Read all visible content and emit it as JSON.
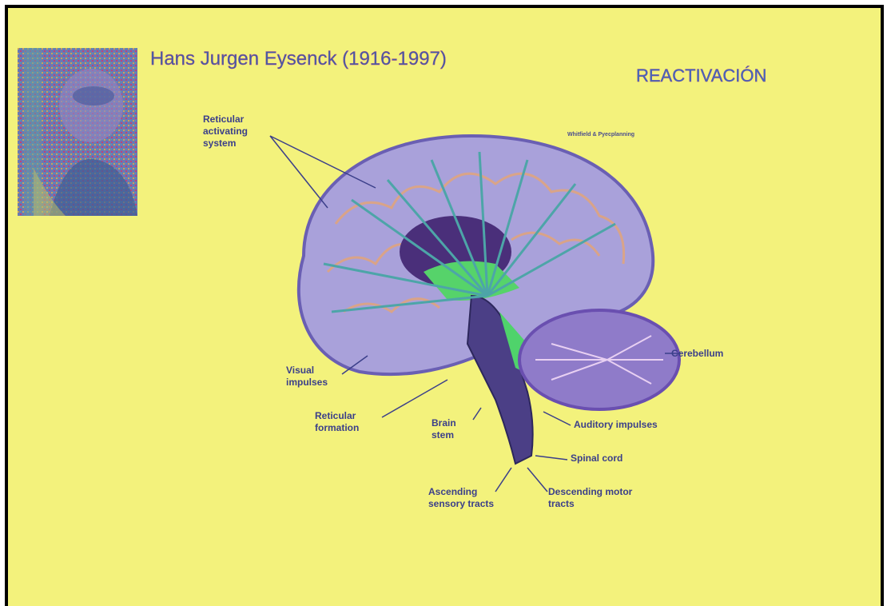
{
  "slide": {
    "heading": "Hans Jurgen Eysenck (1916-1997)",
    "title": "REACTIVACIÓN"
  },
  "diagram": {
    "credit": "Whitfield & Pyecplanning",
    "labels": {
      "reticular_activating_system": [
        "Reticular",
        "activating",
        "system"
      ],
      "visual_impulses": [
        "Visual",
        "impulses"
      ],
      "reticular_formation": [
        "Reticular",
        "formation"
      ],
      "brain_stem": [
        "Brain",
        "stem"
      ],
      "cerebellum": "Cerebellum",
      "auditory_impulses": "Auditory impulses",
      "spinal_cord": "Spinal cord",
      "ascending_sensory_tracts": [
        "Ascending",
        "sensory tracts"
      ],
      "descending_motor_tracts": [
        "Descending motor",
        "tracts"
      ]
    }
  },
  "colors": {
    "background": "#f3f27c",
    "border": "#000000",
    "heading": "#3d5fa6",
    "label": "#3b3f8a"
  }
}
